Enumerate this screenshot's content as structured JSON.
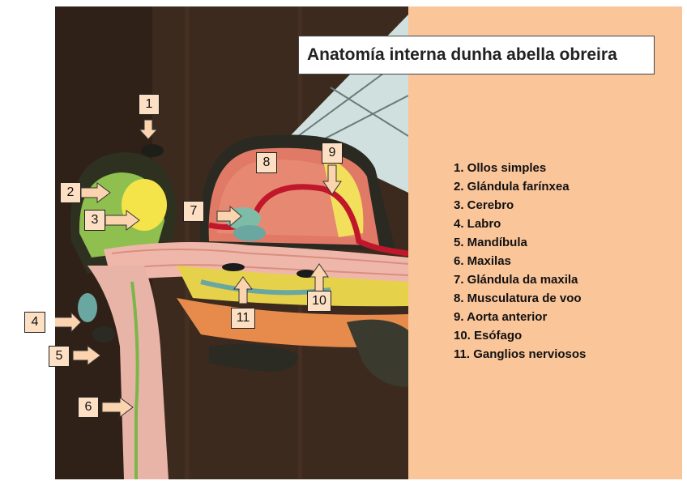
{
  "title": "Anatomía interna dunha abella obreira",
  "legend": [
    "1. Ollos simples",
    "2. Glándula farínxea",
    "3. Cerebro",
    "4. Labro",
    "5. Mandíbula",
    "6. Maxilas",
    "7. Glándula da maxila",
    "8. Musculatura de voo",
    "9. Aorta anterior",
    "10. Esófago",
    "11. Ganglios nerviosos"
  ],
  "callouts": [
    "1",
    "2",
    "3",
    "4",
    "5",
    "6",
    "7",
    "8",
    "9",
    "10",
    "11"
  ],
  "colors": {
    "panel": "#fbc59a",
    "callout_fill": "#fde0c4",
    "arrow_fill": "#fbd3ae",
    "muscle": "#d9534f",
    "aorta": "#c0182a",
    "cerebro": "#f4e44a",
    "glandula": "#7ab648"
  }
}
